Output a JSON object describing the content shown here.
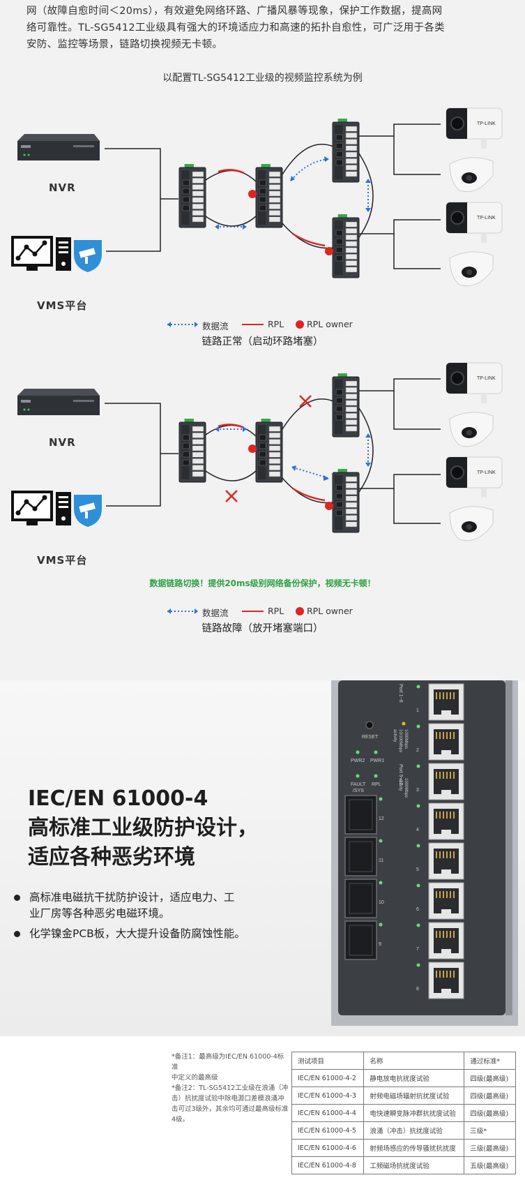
{
  "intro": {
    "line1": "网（故障自愈时间＜20ms），有效避免网络环路、广播风暴等现象，保护工作数据，提高网",
    "line2": "络可靠性。TL-SG5412工业级具有强大的环境适应力和高速的拓扑自愈性，可广泛用于各类",
    "line3": "安防、监控等场景，链路切换视频无卡顿。"
  },
  "diagram_caption": "以配置TL-SG5412工业级的视频监控系统为例",
  "diagram_normal": {
    "nvr_label": "NVR",
    "vms_label": "VMS平台",
    "camera_brand": "TP-LINK",
    "title": "链路正常（启动环路堵塞）"
  },
  "diagram_fault": {
    "nvr_label": "NVR",
    "vms_label": "VMS平台",
    "camera_brand": "TP-LINK",
    "note": "数据链路切换！提供20ms级别网络备份保护，视频无卡顿！",
    "title": "链路故障（放开堵塞端口）"
  },
  "legend": {
    "dataflow": "数据流",
    "rpl": "RPL",
    "rpl_owner": "RPL owner"
  },
  "colors": {
    "dataflow": "#2d6fd6",
    "rpl": "#e02424",
    "owner": "#e02424",
    "note_green": "#2ea043"
  },
  "hero": {
    "title_line1": "IEC/EN 61000-4",
    "title_line2": "高标准工业级防护设计，",
    "title_line3": "适应各种恶劣环境",
    "bullets": [
      "高标准电磁抗干扰防护设计，适应电力、工业厂房等各种恶劣电磁环境。",
      "化学镍金PCB板，大大提升设备防腐蚀性能。"
    ],
    "bullet1_line1": "高标准电磁抗干扰防护设计，适应电力、工",
    "bullet1_line2": "业厂房等各种恶劣电磁环境。",
    "device": {
      "reset": "RESET",
      "pwr2": "PWR2",
      "pwr1": "PWR1",
      "fault": "FAULT",
      "sys": "/SYS",
      "rpl": "RPL",
      "port_group1": "Port 1~8",
      "port_group2": "Port 9~12",
      "speed1": "1000Mbps",
      "speed2": "10/100Mbps",
      "activity": "activity",
      "rj45_numbers": [
        "1",
        "2",
        "3",
        "4",
        "5",
        "6",
        "7",
        "8"
      ],
      "sfp_numbers": [
        "12",
        "11",
        "10",
        "9"
      ]
    }
  },
  "notes": {
    "note1_a": "*备注1：最高级为IEC/EN  61000-4标准",
    "note1_b": "中定义的最高级",
    "note2_a": "*备注2：TL-SG5412工业级在浪涌（冲",
    "note2_b": "击）抗扰度试验中除电源口差模浪涌冲",
    "note2_c": "击可过3级外，其余均可通过最高级标准",
    "note2_d": "4级。"
  },
  "table": {
    "headers": [
      "测试项目",
      "名称",
      "通过标准*"
    ],
    "rows": [
      [
        "IEC/EN 61000-4-2",
        "静电放电抗扰度试验",
        "四级(最高级)"
      ],
      [
        "IEC/EN 61000-4-3",
        "射频电磁场辐射抗扰度试验",
        "四级(最高级)"
      ],
      [
        "IEC/EN 61000-4-4",
        "电快速瞬变脉冲群抗扰度试验",
        "四级(最高级)"
      ],
      [
        "IEC/EN 61000-4-5",
        "浪涌（冲击）抗扰度试验",
        "三级*"
      ],
      [
        "IEC/EN 61000-4-6",
        "射频场感应的传导骚扰抗扰度",
        "三级(最高级)"
      ],
      [
        "IEC/EN 61000-4-8",
        "工频磁场抗扰度试验",
        "五级(最高级)"
      ]
    ]
  }
}
